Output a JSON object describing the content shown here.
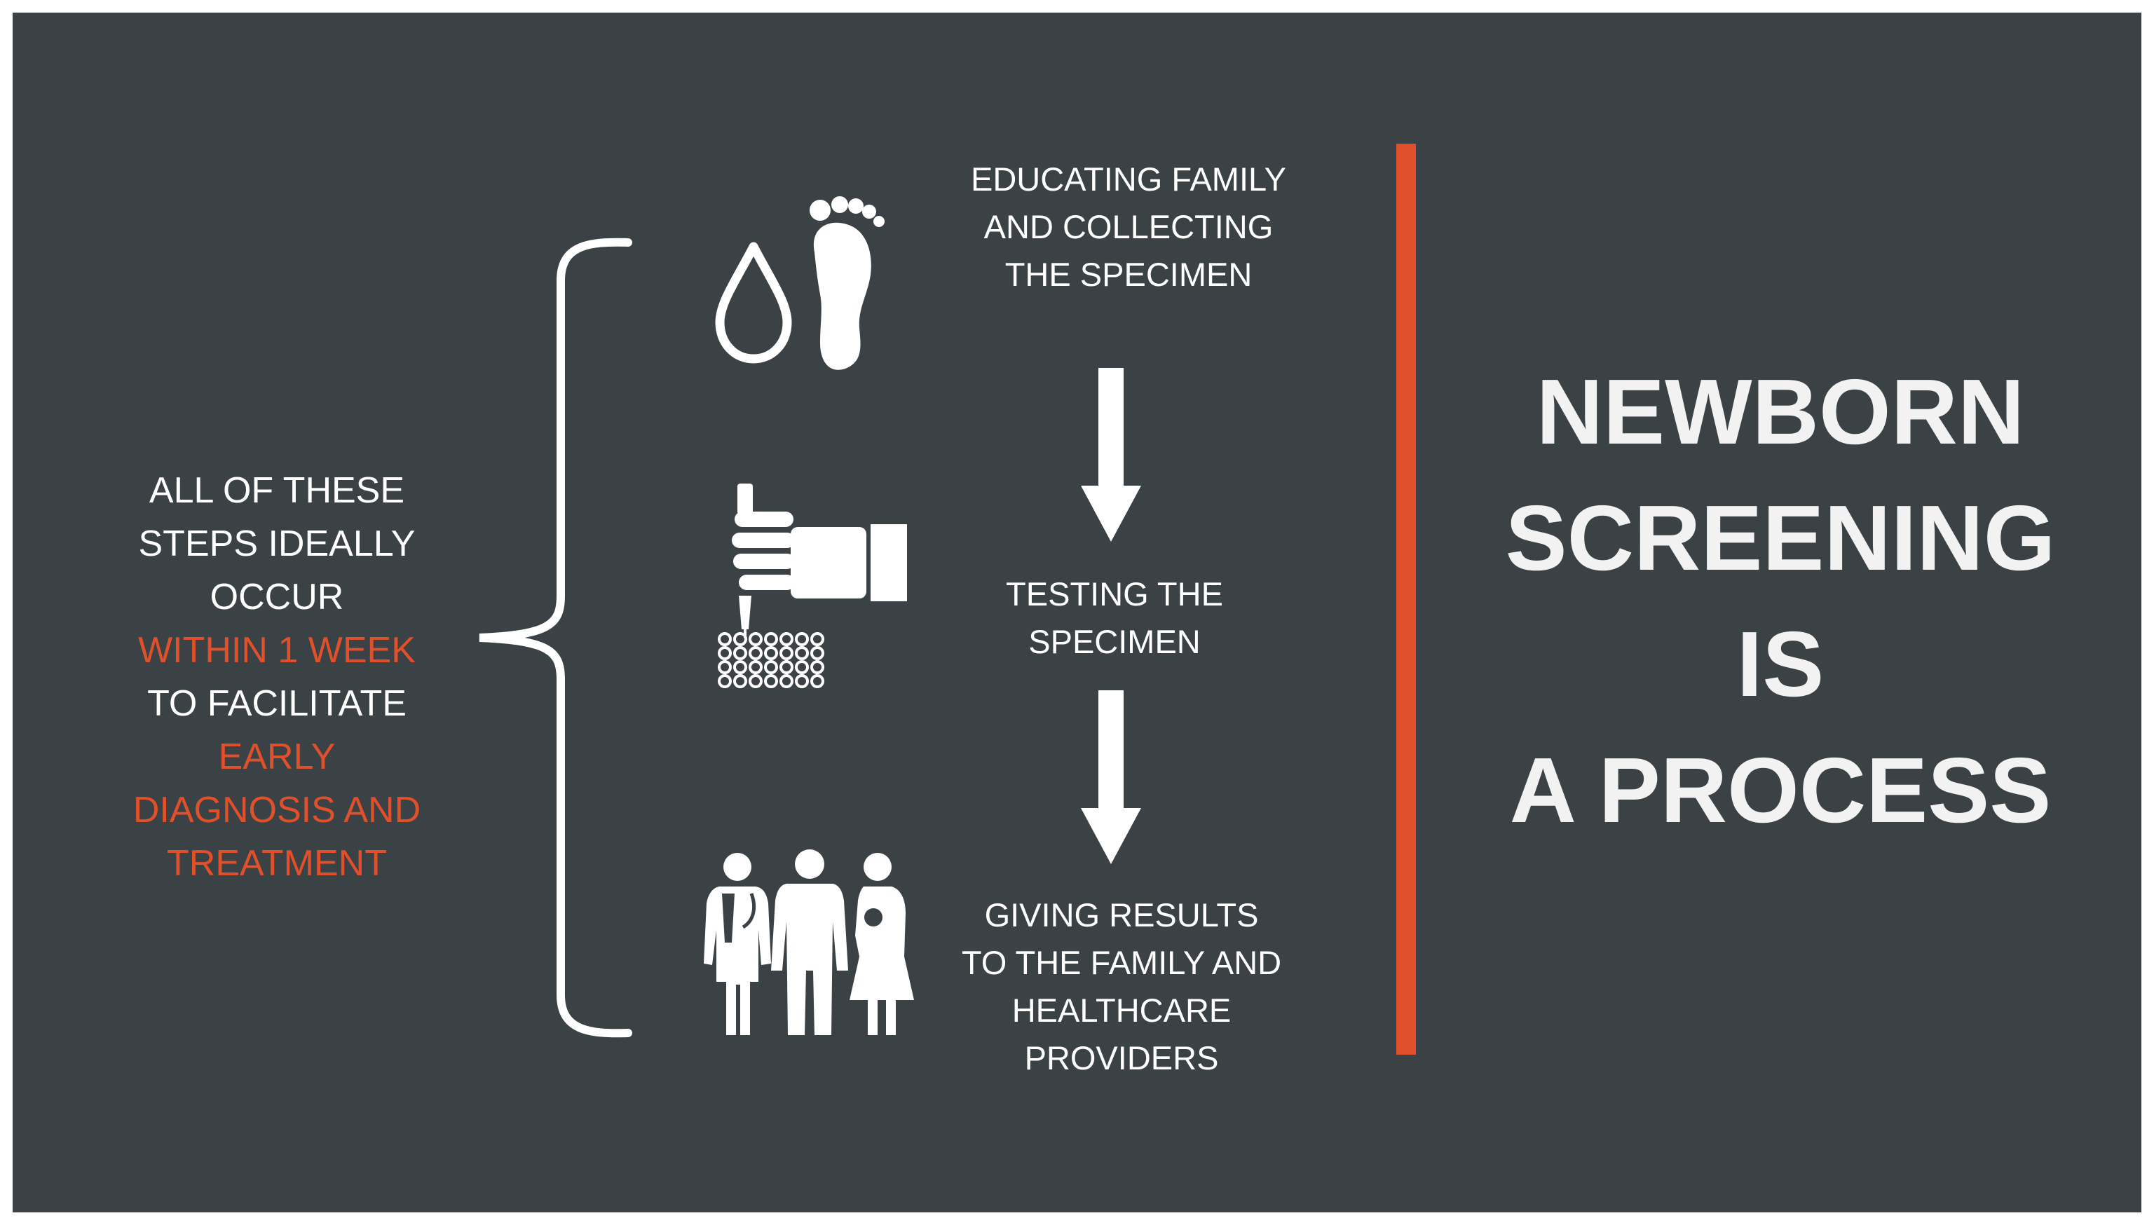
{
  "colors": {
    "background": "#3b4246",
    "accent": "#e0502a",
    "text": "#ffffff"
  },
  "left_note": {
    "line1": "ALL OF THESE",
    "line2": "STEPS IDEALLY",
    "line3": "OCCUR",
    "line4": "WITHIN 1 WEEK",
    "line5": "TO FACILITATE",
    "line6": "EARLY",
    "line7": "DIAGNOSIS AND",
    "line8": "TREATMENT"
  },
  "steps": [
    {
      "icon": "blood-drop-and-foot-icon",
      "lines": [
        "EDUCATING FAMILY",
        "AND COLLECTING",
        "THE SPECIMEN"
      ]
    },
    {
      "icon": "hand-pipette-sample-plate-icon",
      "lines": [
        "TESTING THE",
        "SPECIMEN"
      ]
    },
    {
      "icon": "doctor-and-family-icon",
      "lines": [
        "GIVING RESULTS",
        "TO THE FAMILY AND",
        "HEALTHCARE",
        "PROVIDERS"
      ]
    }
  ],
  "title": {
    "line1": "NEWBORN",
    "line2": "SCREENING",
    "line3": "IS",
    "line4": "A PROCESS"
  }
}
